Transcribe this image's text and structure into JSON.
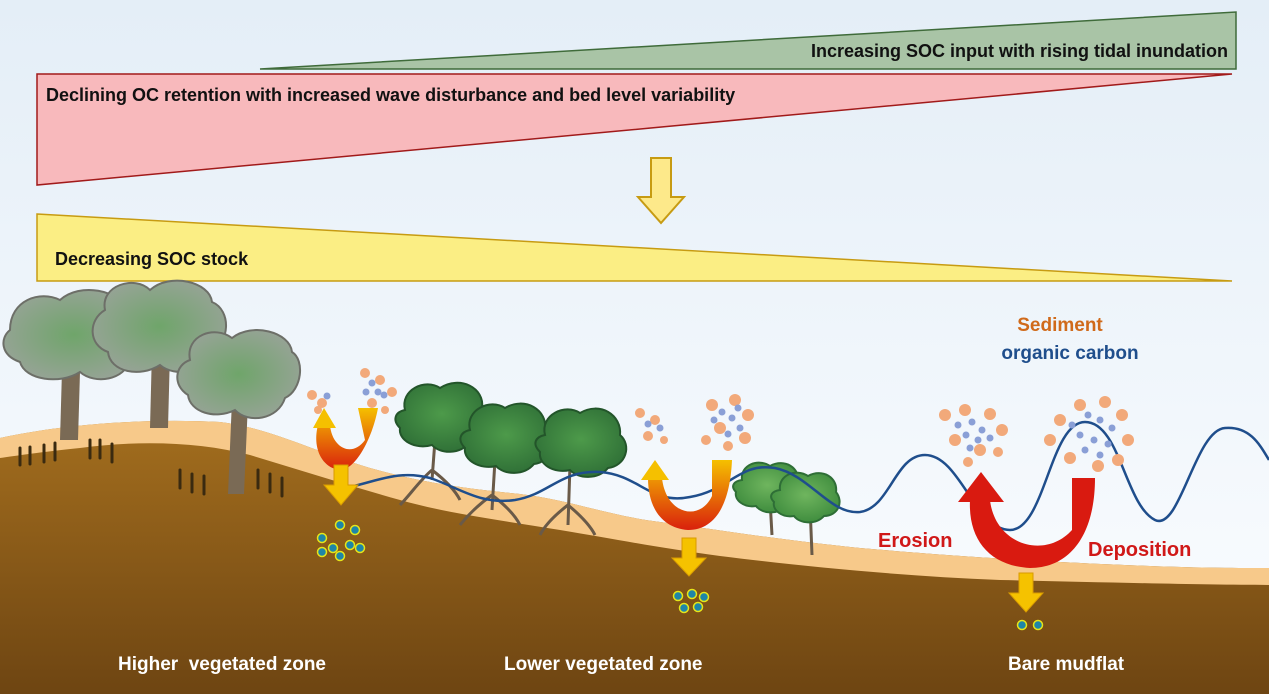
{
  "bands": {
    "input": "Increasing SOC input with rising tidal inundation",
    "retention": "Declining OC retention with increased wave disturbance and bed level variability",
    "stock": "Decreasing SOC stock"
  },
  "legend": {
    "sediment": "Sediment",
    "organic_carbon": "organic carbon"
  },
  "processes": {
    "erosion": "Erosion",
    "deposition": "Deposition"
  },
  "zones": {
    "higher": "Higher  vegetated zone",
    "lower": "Lower vegetated zone",
    "mudflat": "Bare mudflat"
  },
  "colors": {
    "input_band": "#a9c4a6",
    "retention_band": "#f8b9bc",
    "stock_band": "#fbee84",
    "sediment": "#f2a97a",
    "organic_carbon": "#8a9fd6",
    "wave_line": "#1f4e8c",
    "soil_top": "#f7c98a",
    "soil": "#8a5a1a",
    "erosion_text": "#d01818",
    "sediment_text": "#d06a1a"
  }
}
